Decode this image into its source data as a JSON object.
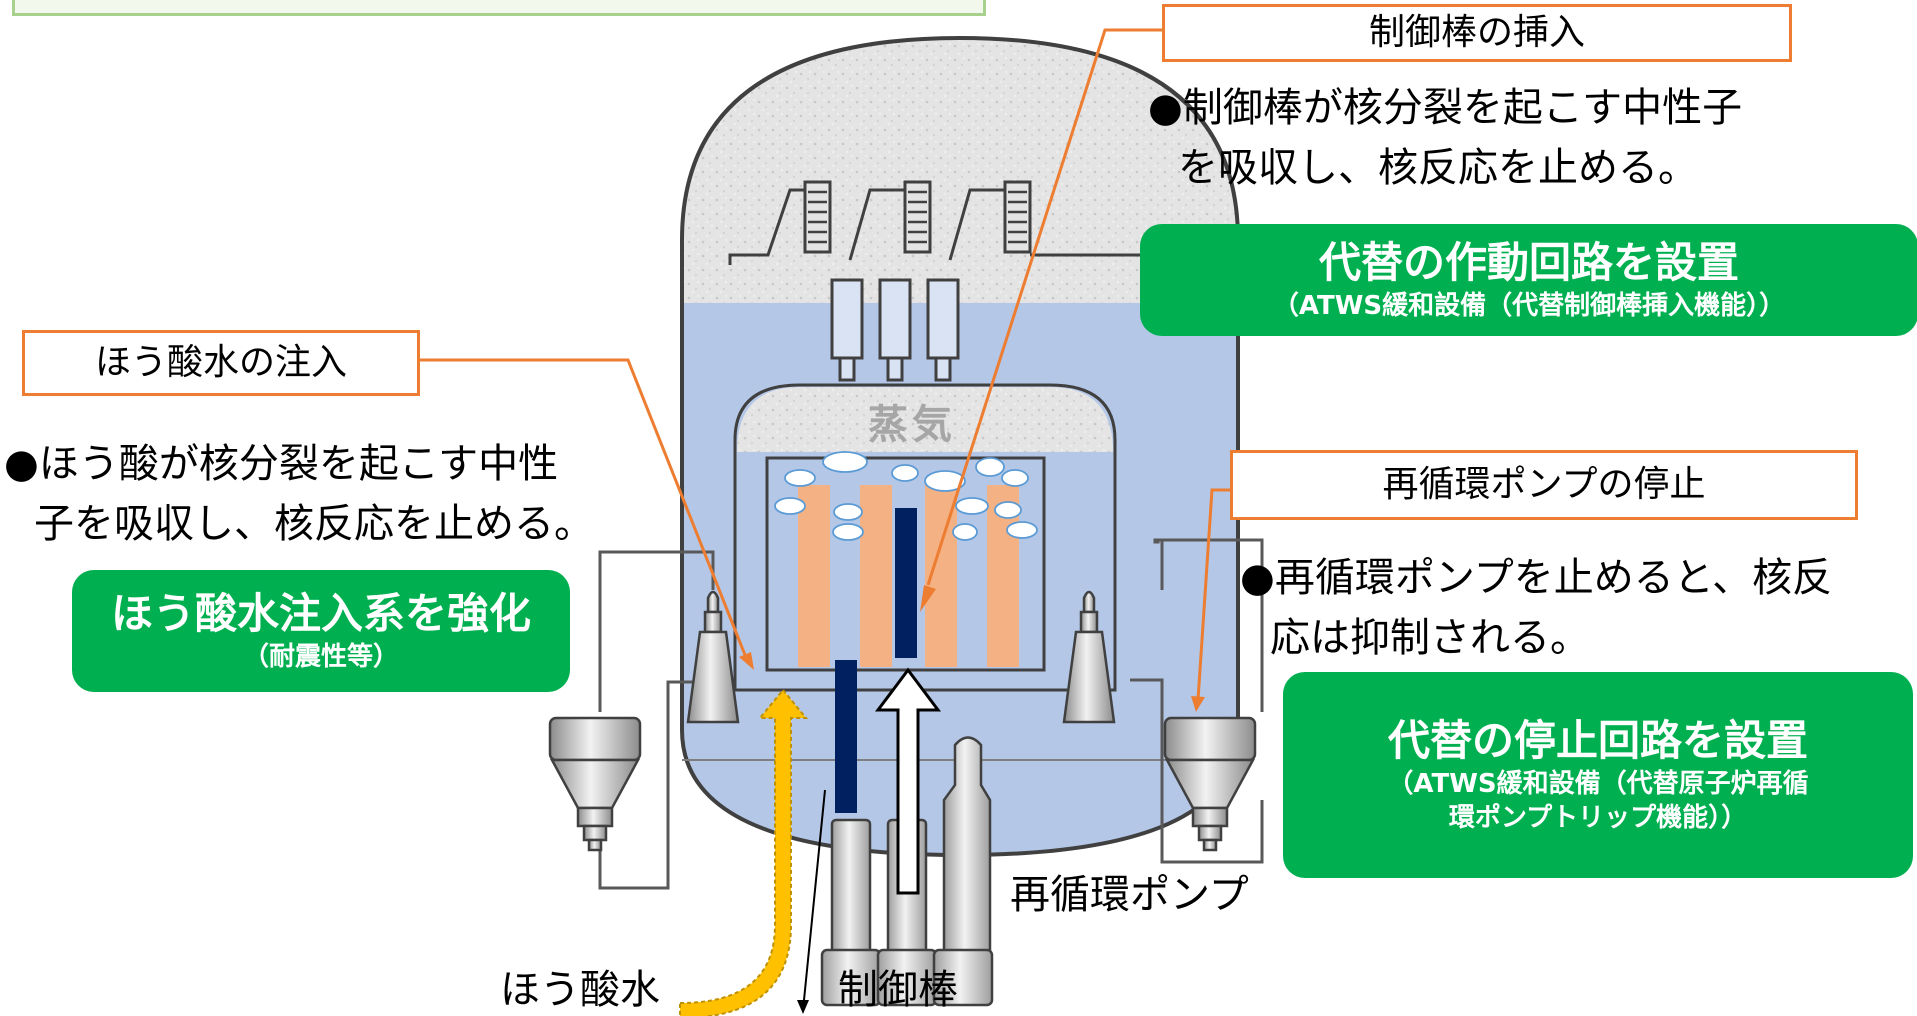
{
  "control_rod_insertion": {
    "heading": "制御棒の挿入",
    "bullet": [
      "●制御棒が核分裂を起こす中性子",
      "を吸収し、核反応を止める。"
    ],
    "measure_title": "代替の作動回路を設置",
    "measure_sub": "（ATWS緩和設備（代替制御棒挿入機能））"
  },
  "boric_acid_injection": {
    "heading": "ほう酸水の注入",
    "bullet": [
      "●ほう酸が核分裂を起こす中性",
      "子を吸収し、核反応を止める。"
    ],
    "measure_title": "ほう酸水注入系を強化",
    "measure_sub": "（耐震性等）"
  },
  "recirculation_pump_stop": {
    "heading": "再循環ポンプの停止",
    "bullet": [
      "●再循環ポンプを止めると、核反",
      "応は抑制される。"
    ],
    "measure_title": "代替の停止回路を設置",
    "measure_sub": [
      "（ATWS緩和設備（代替原子炉再循",
      "環ポンプトリップ機能））"
    ]
  },
  "labels": {
    "steam": "蒸気",
    "recirculation_pump": "再循環ポンプ",
    "boric_acid_water": "ほう酸水",
    "control_rod": "制御棒"
  },
  "colors": {
    "accent_orange": "#ED7D31",
    "measure_green": "#00B050",
    "water_blue": "#B4C7E7",
    "fuel_orange": "#F4B183",
    "control_rod_navy": "#002060",
    "boric_acid_yellow": "#FFC000"
  }
}
